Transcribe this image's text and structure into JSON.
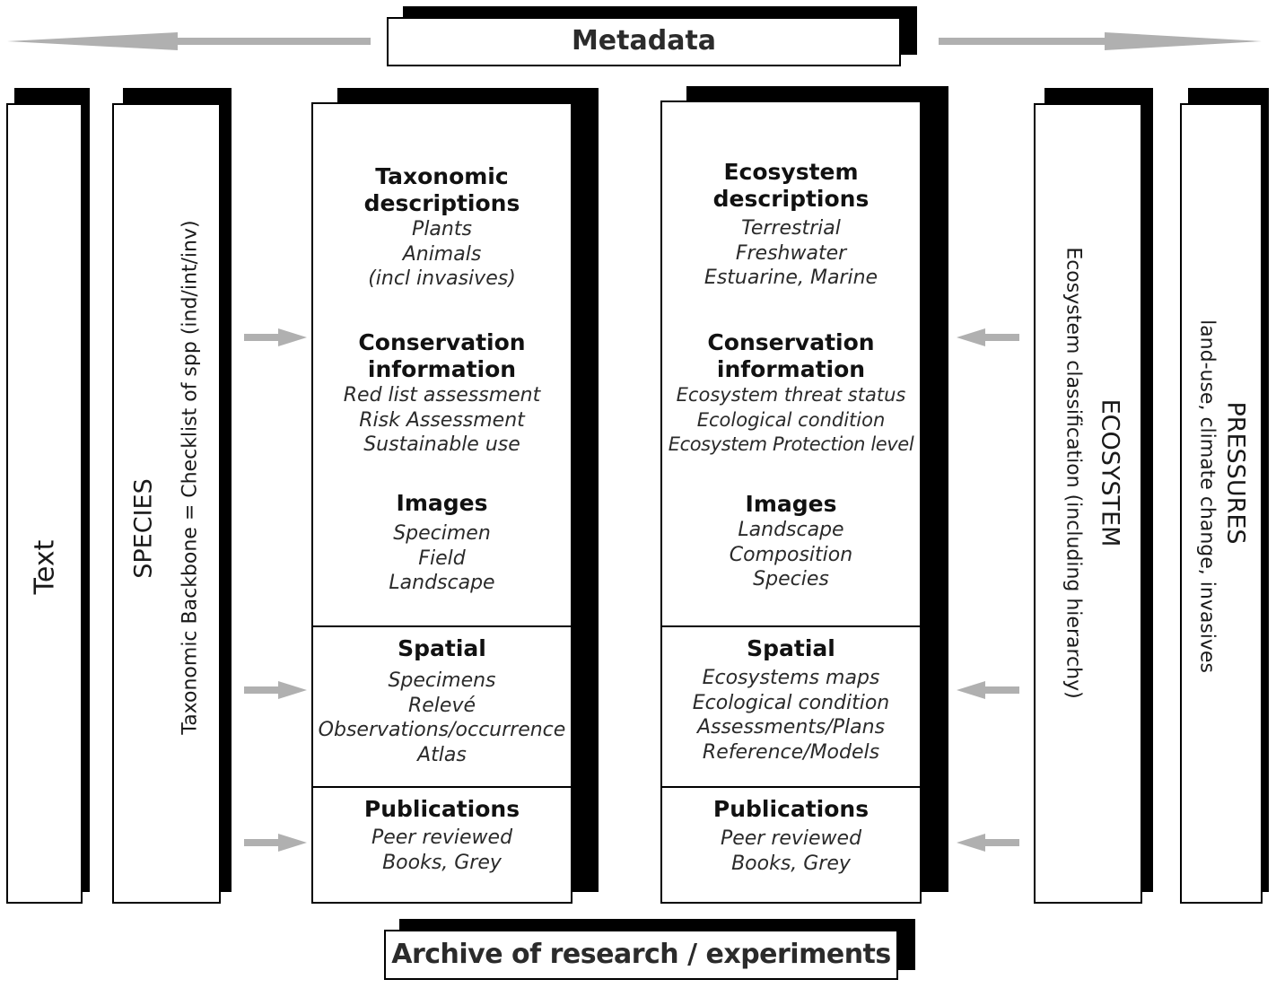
{
  "banners": {
    "top": "Metadata",
    "bottom": "Archive of research / experiments"
  },
  "side_columns": {
    "text": "Text",
    "species_title": "SPECIES",
    "species_sub": "Taxonomic Backbone = Checklist of spp (ind/int/inv)",
    "ecosystem_title": "ECOSYSTEM",
    "ecosystem_sub": "Ecosystem classification (including hierarchy)",
    "pressures_title": "PRESSURES",
    "pressures_sub": "land-use, climate change, invasives"
  },
  "species_column": {
    "taxonomic": {
      "head1": "Taxonomic",
      "head2": "descriptions",
      "items": [
        "Plants",
        "Animals",
        "(incl invasives)"
      ]
    },
    "conservation": {
      "head1": "Conservation",
      "head2": "information",
      "items": [
        "Red list assessment",
        "Risk Assessment",
        "Sustainable use"
      ]
    },
    "images": {
      "head": "Images",
      "items": [
        "Specimen",
        "Field",
        "Landscape"
      ]
    },
    "spatial": {
      "head": "Spatial",
      "items": [
        "Specimens",
        "Relevé",
        "Observations/occurrence",
        "Atlas"
      ]
    },
    "publications": {
      "head": "Publications",
      "items": [
        "Peer reviewed",
        "Books, Grey"
      ]
    }
  },
  "ecosystem_column": {
    "descriptions": {
      "head1": "Ecosystem",
      "head2": "descriptions",
      "items": [
        "Terrestrial",
        "Freshwater",
        "Estuarine, Marine"
      ]
    },
    "conservation": {
      "head1": "Conservation",
      "head2": "information",
      "items": [
        "Ecosystem threat status",
        "Ecological condition",
        "Ecosystem Protection level"
      ]
    },
    "images": {
      "head": "Images",
      "items": [
        "Landscape",
        "Composition",
        "Species"
      ]
    },
    "spatial": {
      "head": "Spatial",
      "items": [
        "Ecosystems maps",
        "Ecological condition",
        "Assessments/Plans",
        "Reference/Models"
      ]
    },
    "publications": {
      "head": "Publications",
      "items": [
        "Peer reviewed",
        "Books, Grey"
      ]
    }
  },
  "colors": {
    "arrow": "#b0b0b0",
    "border": "#000000",
    "shadow": "#000000"
  }
}
